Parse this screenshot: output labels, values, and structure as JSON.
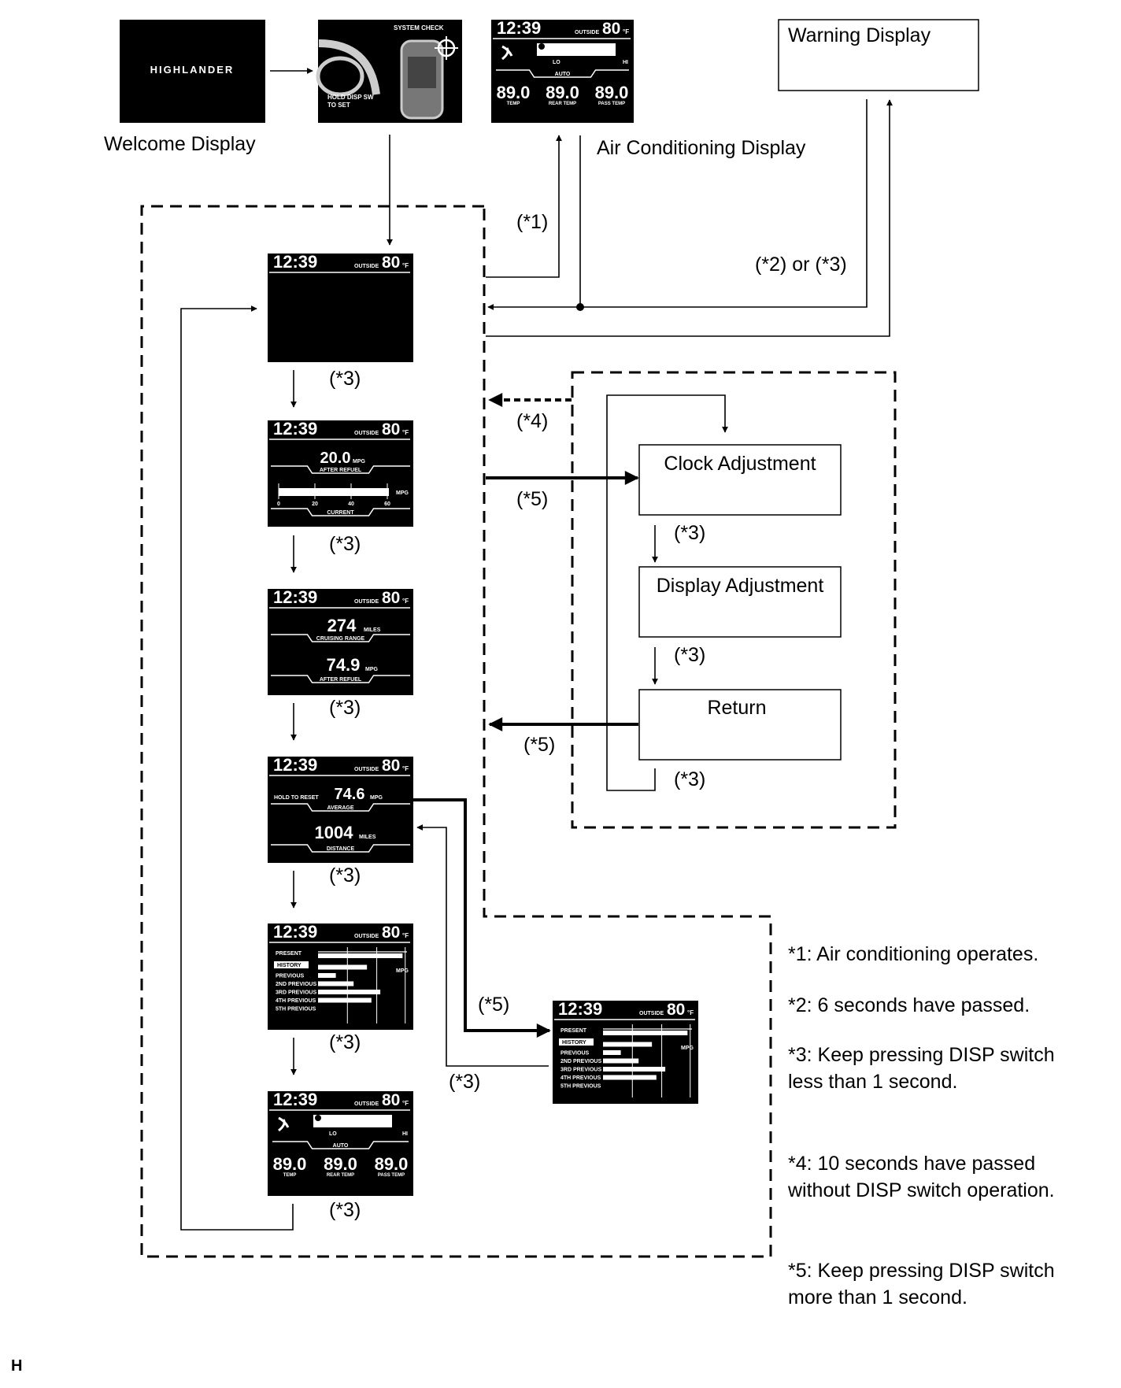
{
  "screens": {
    "welcome": {
      "logo_text": "HIGHLANDER",
      "caption": "Welcome Display"
    },
    "system_check": {
      "title": "SYSTEM CHECK",
      "hint": [
        "HOLD DISP SW",
        "TO SET"
      ]
    },
    "header": {
      "time": "12:39",
      "outside_label": "OUTSIDE",
      "outside_temp": "80",
      "temp_unit": "°F"
    },
    "ac": {
      "caption": "Air Conditioning Display",
      "lo": "LO",
      "hi": "HI",
      "mode": "AUTO",
      "temp": "89.0",
      "temp_label": "TEMP",
      "rear_temp": "89.0",
      "rear_label": "REAR TEMP",
      "pass_temp": "89.0",
      "pass_label": "PASS TEMP"
    },
    "fuel_current": {
      "value": "20.0",
      "unit": "MPG",
      "sub": "AFTER REFUEL",
      "ticks": [
        "0",
        "20",
        "40",
        "60"
      ],
      "bar_unit": "MPG",
      "bar_label": "CURRENT"
    },
    "range": {
      "range_value": "274",
      "range_unit": "MILES",
      "range_label": "CRUISING RANGE",
      "mpg_value": "74.9",
      "mpg_unit": "MPG",
      "mpg_label": "AFTER REFUEL"
    },
    "average": {
      "hold": "HOLD TO RESET",
      "avg_value": "74.6",
      "avg_unit": "MPG",
      "avg_label": "AVERAGE",
      "dist_value": "1004",
      "dist_unit": "MILES",
      "dist_label": "DISTANCE"
    },
    "history": {
      "rows": [
        "PRESENT",
        "HISTORY",
        "PREVIOUS",
        "2ND PREVIOUS",
        "3RD PREVIOUS",
        "4TH PREVIOUS",
        "5TH PREVIOUS"
      ],
      "unit": "MPG",
      "bar_levels": [
        0.95,
        0.55,
        0.2,
        0.4,
        0.7,
        0.6
      ]
    }
  },
  "boxes": {
    "warning": "Warning Display",
    "clock": "Clock Adjustment",
    "display_adj": "Display Adjustment",
    "return": "Return"
  },
  "marks": {
    "m1": "(*1)",
    "m2or3": "(*2) or (*3)",
    "m3": "(*3)",
    "m4": "(*4)",
    "m5": "(*5)"
  },
  "notes": {
    "n1": "*1: Air conditioning operates.",
    "n2": "*2: 6 seconds have passed.",
    "n3a": "*3: Keep pressing DISP switch",
    "n3b": "less than 1 second.",
    "n4a": "*4: 10 seconds have passed",
    "n4b": "without DISP switch operation.",
    "n5a": "*5: Keep pressing DISP switch",
    "n5b": "more than 1 second."
  },
  "corner_mark": "H"
}
